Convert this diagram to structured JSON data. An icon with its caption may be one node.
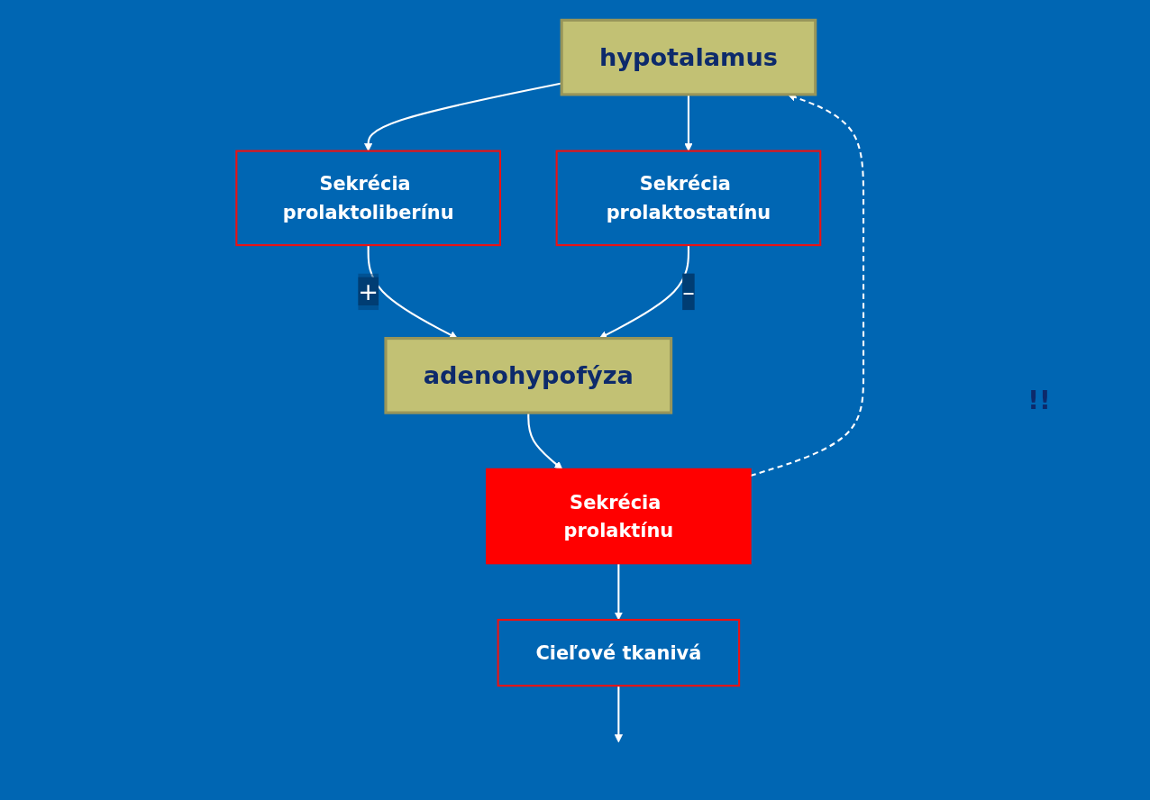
{
  "diagram": {
    "nodes": [
      {
        "text": [
          "hypotalamus"
        ]
      },
      {
        "text": [
          "Sekrécia prolaktoliberínu"
        ]
      },
      {
        "text": [
          "Sekrécia prolaktostatínu"
        ]
      },
      {
        "text": [
          "adenohypofýza"
        ]
      },
      {
        "text": [
          "Sekrécia prolaktínu"
        ]
      },
      {
        "text": [
          "Cieľové tkanivá"
        ]
      }
    ],
    "edges": [
      {
        "from": 0,
        "to": 1,
        "arrow": "to"
      },
      {
        "from": 0,
        "to": 2,
        "arrow": "to"
      },
      {
        "from": 1,
        "to": 3,
        "arrow": "to",
        "label": "+"
      },
      {
        "from": 2,
        "to": 3,
        "arrow": "to",
        "label": "–"
      },
      {
        "from": 3,
        "to": 4,
        "arrow": "to"
      },
      {
        "from": 4,
        "to": 5,
        "arrow": "to"
      },
      {
        "from": 5,
        "to": null,
        "arrow": "to"
      },
      {
        "from": 4,
        "to": 0,
        "arrow": "to",
        "style": "dashed"
      }
    ],
    "labels": [
      "!!"
    ]
  }
}
